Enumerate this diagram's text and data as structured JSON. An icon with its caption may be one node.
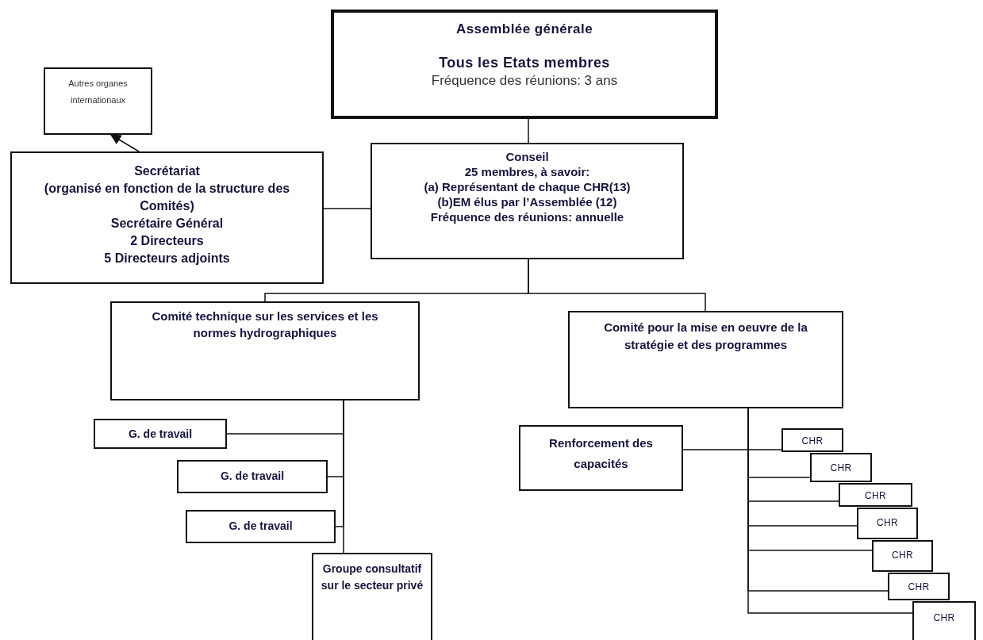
{
  "diagram": {
    "nodes": [
      {
        "text": [
          "Assemblée générale",
          "Tous les Etats membres",
          "Fréquence des réunions:  3 ans"
        ]
      },
      {
        "text": [
          "Conseil",
          "25 membres, à savoir:",
          "(a) Représentant de chaque CHR(13)",
          "(b)EM élus par l’Assemblée (12)",
          "Fréquence des réunions: annuelle"
        ]
      },
      {
        "text": [
          "Autres organes internationaux"
        ]
      },
      {
        "text": [
          "Secrétariat",
          "(organisé en fonction de la structure des Comités)",
          "Secrétaire Général",
          "2 Directeurs",
          "5 Directeurs adjoints"
        ]
      },
      {
        "text": [
          "Comité technique sur les services et les normes hydrographiques"
        ]
      },
      {
        "text": [
          "Comité pour la mise en oeuvre de la stratégie et des programmes"
        ]
      },
      {
        "text": [
          "G. de travail"
        ]
      },
      {
        "text": [
          "G. de travail"
        ]
      },
      {
        "text": [
          "G. de travail"
        ]
      },
      {
        "text": [
          "Groupe consultatif sur le secteur privé"
        ]
      },
      {
        "text": [
          "Renforcement des capacités"
        ]
      },
      {
        "text": [
          "CHR"
        ]
      },
      {
        "text": [
          "CHR"
        ]
      },
      {
        "text": [
          "CHR"
        ]
      },
      {
        "text": [
          "CHR"
        ]
      },
      {
        "text": [
          "CHR"
        ]
      },
      {
        "text": [
          "CHR"
        ]
      },
      {
        "text": [
          "CHR"
        ]
      }
    ],
    "edges": [
      {
        "from": 0,
        "to": 1,
        "arrow": "none"
      },
      {
        "from": 3,
        "to": 1,
        "arrow": "none"
      },
      {
        "from": 3,
        "to": 2,
        "arrow": "to"
      },
      {
        "from": 1,
        "to": 4,
        "arrow": "none"
      },
      {
        "from": 1,
        "to": 5,
        "arrow": "none"
      },
      {
        "from": 4,
        "to": 6,
        "arrow": "none"
      },
      {
        "from": 4,
        "to": 7,
        "arrow": "none"
      },
      {
        "from": 4,
        "to": 8,
        "arrow": "none"
      },
      {
        "from": 4,
        "to": 9,
        "arrow": "none"
      },
      {
        "from": 5,
        "to": 10,
        "arrow": "none"
      },
      {
        "from": 5,
        "to": 11,
        "arrow": "none"
      },
      {
        "from": 5,
        "to": 12,
        "arrow": "none"
      },
      {
        "from": 5,
        "to": 13,
        "arrow": "none"
      },
      {
        "from": 5,
        "to": 14,
        "arrow": "none"
      },
      {
        "from": 5,
        "to": 15,
        "arrow": "none"
      },
      {
        "from": 5,
        "to": 16,
        "arrow": "none"
      },
      {
        "from": 5,
        "to": 17,
        "arrow": "none"
      }
    ]
  }
}
